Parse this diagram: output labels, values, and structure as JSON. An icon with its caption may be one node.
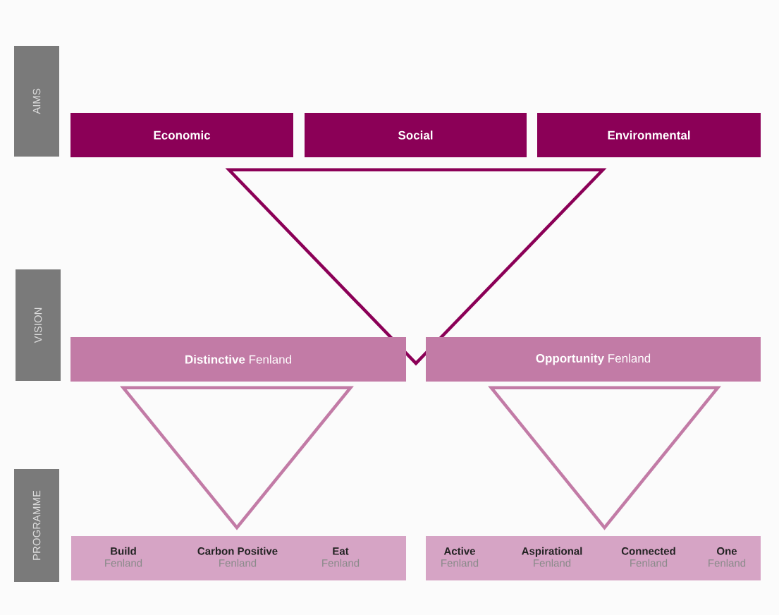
{
  "diagram": {
    "nodes": [
      {
        "text": [
          "AIMS"
        ]
      },
      {
        "text": [
          "VISION"
        ]
      },
      {
        "text": [
          "PROGRAMME"
        ]
      },
      {
        "text": [
          "Economic"
        ]
      },
      {
        "text": [
          "Social"
        ]
      },
      {
        "text": [
          "Environmental"
        ]
      },
      {
        "text": [],
        "shape": "triangle"
      },
      {
        "text": [
          "**Distinctive** Fenland"
        ]
      },
      {
        "text": [
          "**Opportunity** Fenland"
        ]
      },
      {
        "text": [],
        "shape": "triangle"
      },
      {
        "text": [],
        "shape": "triangle"
      },
      {
        "text": [],
        "shape": "box"
      },
      {
        "text": [
          "Build",
          "Fenland"
        ],
        "in": 11
      },
      {
        "text": [
          "Carbon Positive",
          "Fenland"
        ],
        "in": 11
      },
      {
        "text": [
          "Eat",
          "Fenland"
        ],
        "in": 11
      },
      {
        "text": [],
        "shape": "box"
      },
      {
        "text": [
          "Active",
          "Fenland"
        ],
        "in": 15
      },
      {
        "text": [
          "Aspirational",
          "Fenland"
        ],
        "in": 15
      },
      {
        "text": [
          "Connected",
          "Fenland"
        ],
        "in": 15
      },
      {
        "text": [
          "One",
          "Fenland"
        ],
        "in": 15
      }
    ]
  }
}
